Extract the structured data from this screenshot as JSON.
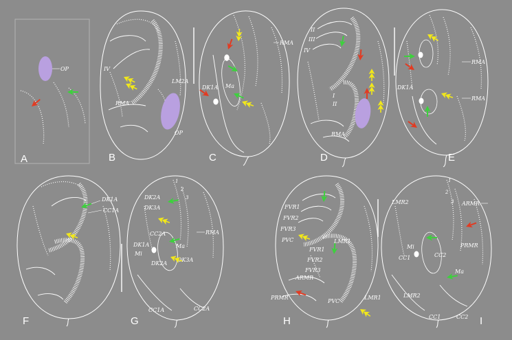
{
  "figure": {
    "colors": {
      "background": "#8c8c8c",
      "line": "#ffffff",
      "red_arrow": "#e23b22",
      "yellow_arrow": "#f2e81a",
      "green_arrow": "#3dd13d",
      "primordium": "#b9a0e0",
      "panel_a_border": "#b3b3b3"
    }
  },
  "panels": {
    "A": {
      "letter": "A",
      "labels": [
        "OP"
      ]
    },
    "B": {
      "letter": "B",
      "labels": [
        "IV",
        "LM2A",
        "RMA",
        "OP"
      ]
    },
    "C": {
      "letter": "C",
      "labels": [
        "RMA",
        "Ma",
        "DK1A"
      ]
    },
    "D": {
      "letter": "D",
      "labels": [
        "II",
        "III",
        "IV",
        "I",
        "II",
        "RMA"
      ]
    },
    "E": {
      "letter": "E",
      "labels": [
        "RMA",
        "DK1A",
        "RMA"
      ]
    },
    "F": {
      "letter": "F",
      "labels": [
        "DK1A",
        "CC1A"
      ]
    },
    "G": {
      "letter": "G",
      "labels": [
        "1",
        "2",
        "3",
        "DK2A",
        "DK3A",
        "RMA",
        "CC2A",
        "DK1A",
        "Mi",
        "Ma",
        "DK3A",
        "DK2A",
        "CC1A",
        "CC2A"
      ]
    },
    "H": {
      "letter": "H",
      "labels": [
        "FVR1",
        "FVR2",
        "FVR3",
        "PVC",
        "LMR1",
        "FVR1",
        "FVR2",
        "FVR3",
        "ARMR",
        "PRMR",
        "PVC",
        "LMR1"
      ]
    },
    "I": {
      "letter": "I",
      "labels": [
        "1",
        "2",
        "3",
        "LMR2",
        "ARMR",
        "PRMR",
        "CC1",
        "Mi",
        "CC2",
        "Ma",
        "LMR2",
        "CC1",
        "CC2"
      ]
    }
  }
}
